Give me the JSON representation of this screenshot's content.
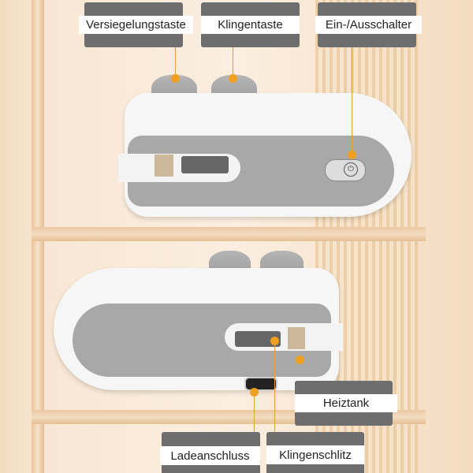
{
  "labels": {
    "sealing_button": "Versiegelungstaste",
    "blade_button": "Klingentaste",
    "power_switch": "Ein-/Ausschalter",
    "heating_tank": "Heiztank",
    "charging_port": "Ladeanschluss",
    "blade_slot": "Klingenschlitz"
  },
  "colors": {
    "accent": "#f0a020",
    "label_bar": "#6e6e6e"
  }
}
